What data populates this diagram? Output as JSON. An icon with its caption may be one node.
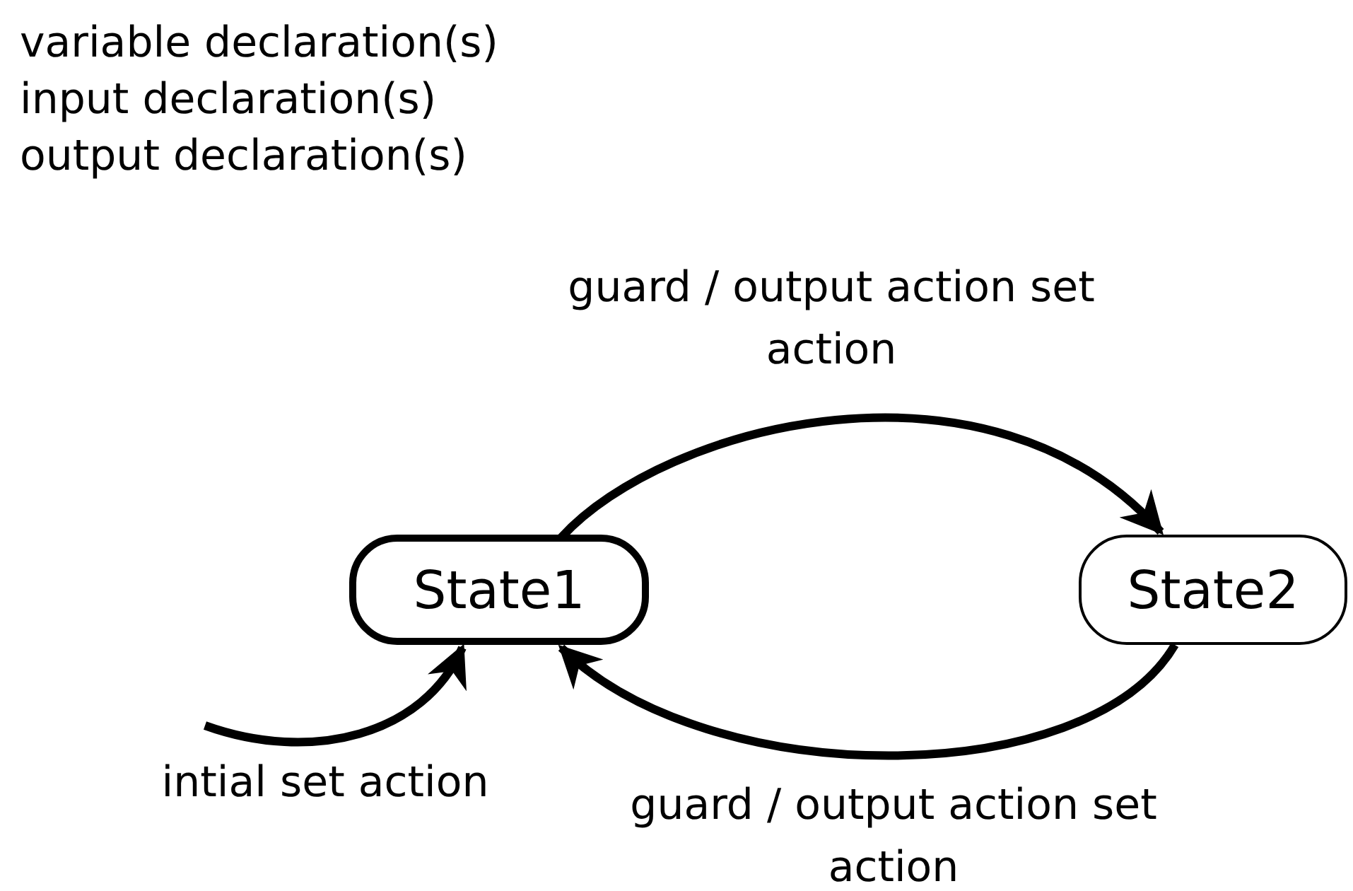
{
  "diagram": {
    "nodes": [
      {
        "text": [
          "State1"
        ]
      },
      {
        "text": [
          "State2"
        ]
      }
    ],
    "edges": [
      {
        "from": 0,
        "to": 1,
        "arrow": "to",
        "label": "guard / output action set action"
      },
      {
        "from": 1,
        "to": 0,
        "arrow": "to",
        "label": "guard / output action set action"
      },
      {
        "from": null,
        "to": 0,
        "arrow": "to",
        "label": "intial set action"
      }
    ],
    "labels": [
      "variable declaration(s)",
      "input declaration(s)",
      "output declaration(s)"
    ]
  }
}
